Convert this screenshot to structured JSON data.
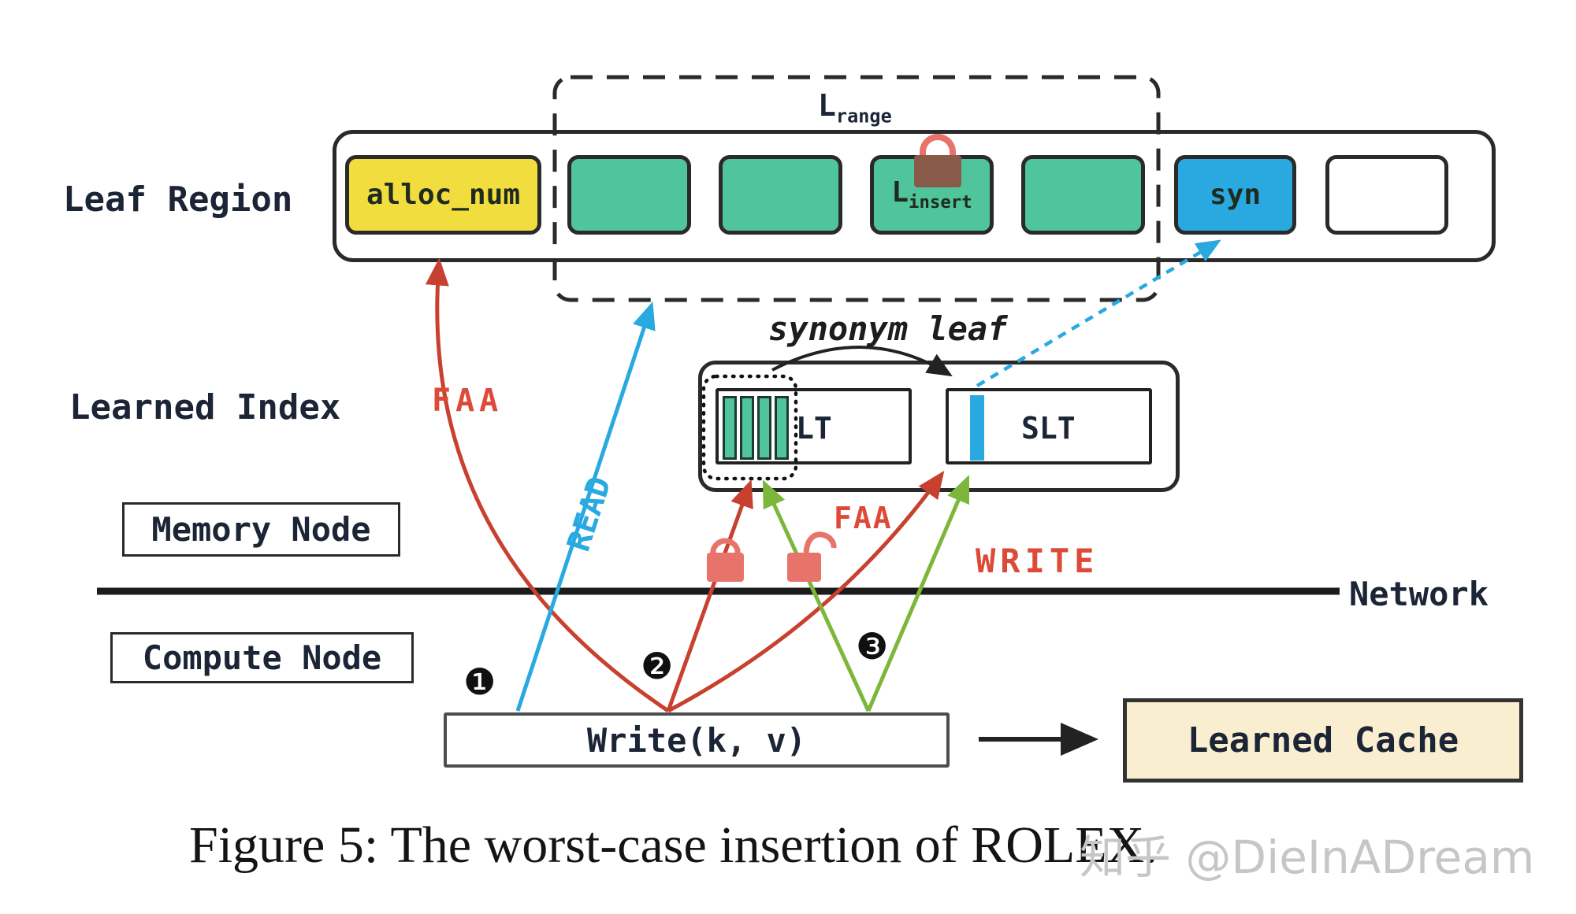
{
  "colors": {
    "arrow_red": "#c8402f",
    "arrow_green": "#7cb73c",
    "accent_blue": "#29a9e0",
    "cell_green": "#50c49c",
    "cell_yellow": "#f2dd3e",
    "cache_cream": "#f9eed0",
    "lock_pink": "#e8736b",
    "lock_brown": "#8a5a48",
    "ink": "#1c2536"
  },
  "leaf_region": {
    "label": "Leaf Region",
    "l_range": {
      "base": "L",
      "sub": "range"
    },
    "cells": {
      "alloc_num": "alloc_num",
      "l_insert": {
        "base": "L",
        "sub": "insert"
      },
      "syn": "syn"
    }
  },
  "learned_index": {
    "label": "Learned Index",
    "lt": "LT",
    "slt": "SLT",
    "synonym_leaf": "synonym leaf"
  },
  "nodes": {
    "memory": "Memory Node",
    "compute": "Compute Node"
  },
  "network": {
    "label": "Network"
  },
  "ops": {
    "faa_top": "FAA",
    "faa_mid": "FAA",
    "read": "READ",
    "write": "WRITE"
  },
  "steps": {
    "s1": "❶",
    "s2": "❷",
    "s3": "❸"
  },
  "write_box": {
    "label": "Write(k, v)"
  },
  "learned_cache": {
    "label": "Learned Cache"
  },
  "caption": "Figure 5: The worst-case insertion of ROLEX.",
  "watermark": "知乎 @DieInADream"
}
